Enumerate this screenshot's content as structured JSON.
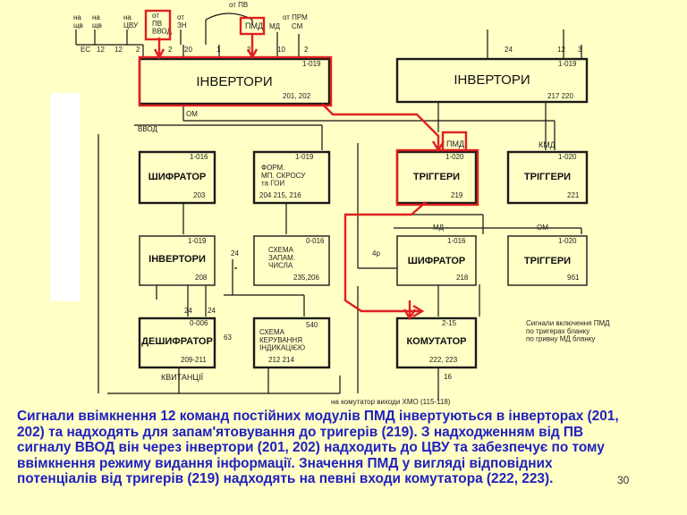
{
  "top_inputs": {
    "i1": "на\nщв",
    "i2": "на\nщв",
    "i3": "на\nЦВУ",
    "i4": "от\nПВ\nВВОД",
    "i5": "от\nЗН",
    "pv": "от ПВ",
    "pmd": "ПМД",
    "md": "МД",
    "prm": "от ПРМ",
    "cm": "СМ"
  },
  "numbers": {
    "ec": "ЕС",
    "n12a": "12",
    "n12b": "12",
    "n2a": "2",
    "n2b": "2",
    "n20": "20",
    "n1": "1",
    "n2c": "2",
    "n10": "10",
    "n2d": "2",
    "n24a": "24",
    "n12c": "12",
    "n3": "3",
    "n24b": "24",
    "n24c": "24",
    "n24d": "24",
    "n63": "63",
    "n4p": "4р",
    "n16": "16",
    "n540": "540"
  },
  "signals": {
    "vvod": "ВВОД",
    "om": "ОМ",
    "kmd": "КМД",
    "pmd2": "ПМД",
    "md2": "МД",
    "om2": "ОМ",
    "kvitancii": "КВИТАНЦІЇ",
    "right_note": "Сигнали включення ПМД\nпо тригерах бланку\nпо гривну МД бланку",
    "bottom_note": "на комутатор виходи ХМО (115-118)"
  },
  "blocks": {
    "inv1": {
      "code": "1-019",
      "name": "ІНВЕРТОРИ",
      "ref": "201, 202"
    },
    "inv2": {
      "code": "1-019",
      "name": "ІНВЕРТОРИ",
      "ref": "217 220"
    },
    "shif1": {
      "code": "1-016",
      "name": "ШИФРАТОР",
      "ref": "203"
    },
    "form": {
      "code": "1-019",
      "name": "ФОРМ.\nМП. СКРОСУ\nта ГОИ",
      "ref": "204 215, 216"
    },
    "trig1": {
      "code": "1-020",
      "name": "ТРІГГЕРИ",
      "ref": "219"
    },
    "trig2": {
      "code": "1-020",
      "name": "ТРІГГЕРИ",
      "ref": "221"
    },
    "inv3": {
      "code": "1-019",
      "name": "ІНВЕРТОРИ",
      "ref": "208"
    },
    "schema1": {
      "code": "0-016",
      "name": "СХЕМА\nЗАПАМ.\nЧИСЛА",
      "ref": "235,206"
    },
    "shif2": {
      "code": "1-016",
      "name": "ШИФРАТОР",
      "ref": "218"
    },
    "trig3": {
      "code": "1-020",
      "name": "ТРІГГЕРИ",
      "ref": "9б1"
    },
    "desh": {
      "code": "0-006",
      "name": "ДЕШИФРАТОР",
      "ref": "209-211"
    },
    "schema2": {
      "code": "",
      "name": "СХЕМА\nКЕРУВАННЯ\nІНДИКАЦІЄЮ",
      "ref": "212 214"
    },
    "komm": {
      "code": "2-15",
      "name": "КОМУТАТОР",
      "ref": "222, 223"
    }
  },
  "caption": "Сигнали ввімкнення 12 команд постійних модулів ПМД інвертуються в інверторах (201, 202) та надходять для запам'ятовування до тригерів (219). З надходженням від ПВ сигналу ВВОД він через інвертори (201, 202) надходить до ЦВУ та забезпечує по тому ввімкнення режиму видання інформації. Значення ПМД у вигляді відповідних потенціалів від тригерів (219) надходять на певні входи комутатора (222, 223).",
  "page_number": "30",
  "colors": {
    "background": "#ffffc6",
    "highlight": "#e02020",
    "caption": "#2020c0",
    "lines": "#111111"
  }
}
